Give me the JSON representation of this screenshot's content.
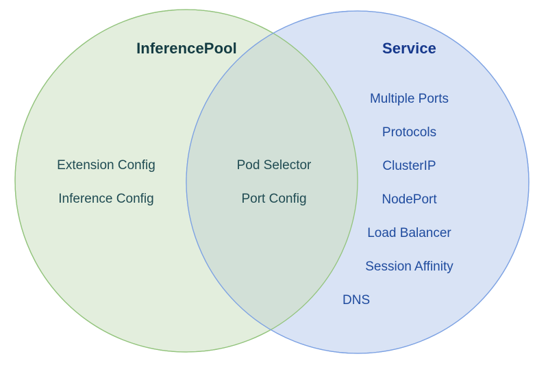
{
  "diagram": {
    "type": "venn",
    "title_left": "InferencePool",
    "title_right": "Service",
    "colors": {
      "left_fill": "#e3eedd",
      "left_stroke": "#93c47d",
      "right_fill": "#d6e1f4",
      "right_stroke": "#7da2e3",
      "overlap_fill": "#d3e2d8",
      "left_title_text": "#133b42",
      "right_title_text": "#16388c",
      "left_item_text": "#1f4b52",
      "center_item_text": "#1f4b52",
      "right_item_text": "#1f4b9e",
      "background": "#ffffff"
    },
    "left_only_items": [
      "Extension Config",
      "Inference Config"
    ],
    "shared_items": [
      "Pod Selector",
      "Port Config"
    ],
    "right_only_items": [
      "Multiple Ports",
      "Protocols",
      "ClusterIP",
      "NodePort",
      "Load Balancer",
      "Session Affinity",
      "DNS"
    ]
  }
}
